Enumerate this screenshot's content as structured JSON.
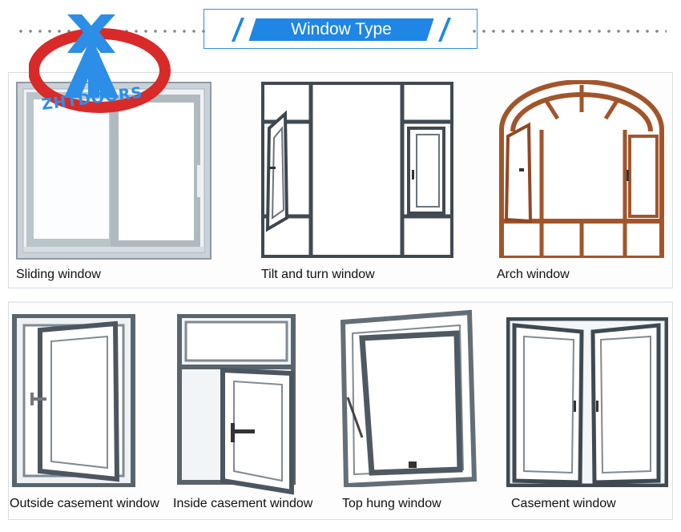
{
  "header": {
    "title": "Window Type"
  },
  "brand": {
    "name": "ZHTDOORS",
    "logo_icon": "zht-logo-icon",
    "accent_color": "#1f86e6",
    "logo_red": "#d92a2a"
  },
  "windows": [
    {
      "label": "Sliding window",
      "icon": "sliding-window-icon"
    },
    {
      "label": "Tilt and turn window",
      "icon": "tilt-turn-window-icon"
    },
    {
      "label": "Arch window",
      "icon": "arch-window-icon"
    },
    {
      "label": "Outside casement window",
      "icon": "outside-casement-window-icon"
    },
    {
      "label": "Inside casement window",
      "icon": "inside-casement-window-icon"
    },
    {
      "label": "Top hung window",
      "icon": "top-hung-window-icon"
    },
    {
      "label": "Casement window",
      "icon": "casement-window-icon"
    }
  ]
}
